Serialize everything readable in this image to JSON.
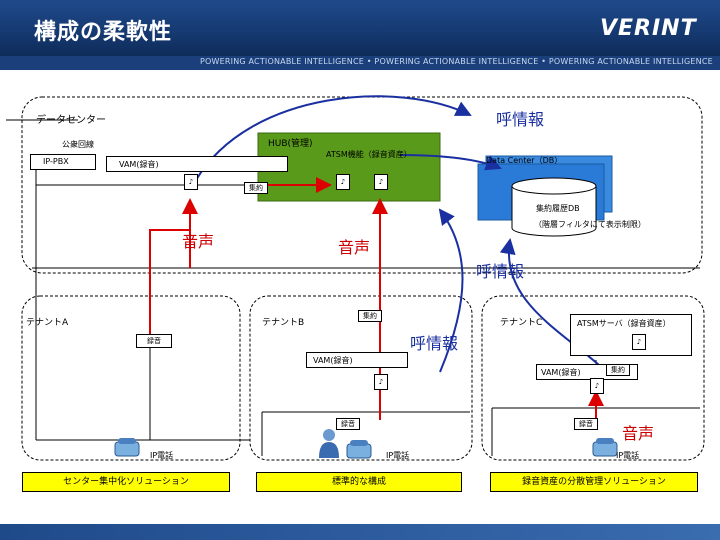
{
  "header": {
    "title": "構成の柔軟性",
    "logo": "VERINT",
    "tagline": "POWERING ACTIONABLE INTELLIGENCE • POWERING ACTIONABLE INTELLIGENCE • POWERING ACTIONABLE INTELLIGENCE"
  },
  "datacenter": {
    "label": "データセンター",
    "pstn": "公衆回線",
    "ipbx": "IP-PBX",
    "vam": "VAM(録音)",
    "hub": "HUB(管理)",
    "atsm": "ATSM機能（録音資産）",
    "db_center": "Data Center（DB）",
    "db": "集約履歴DB",
    "db_note": "（階層フィルタにて表示制限）",
    "aggregate": "集約"
  },
  "annotations": {
    "call_info_top": "呼情報",
    "call_info_mid": "呼情報",
    "call_info_lower": "呼情報",
    "voice_left": "音声",
    "voice_center": "音声",
    "voice_right": "音声"
  },
  "tenants": {
    "a": {
      "label": "テナントA",
      "record": "録音",
      "phone": "IP電話",
      "solution": "センター集中化ソリューション"
    },
    "b": {
      "label": "テナントB",
      "aggregate": "集約",
      "vam": "VAM(録音)",
      "record": "録音",
      "phone": "IP電話",
      "solution": "標準的な構成"
    },
    "c": {
      "label": "テナントC",
      "atsm_server": "ATSMサーバ（録音資産）",
      "vam": "VAM(録音)",
      "aggregate": "集約",
      "record": "録音",
      "phone": "IP電話",
      "solution": "録音資産の分散管理ソリューション"
    }
  },
  "icons": {
    "doc": "doc-icon",
    "phone": "phone-icon",
    "person": "person-icon",
    "database": "database-icon"
  }
}
